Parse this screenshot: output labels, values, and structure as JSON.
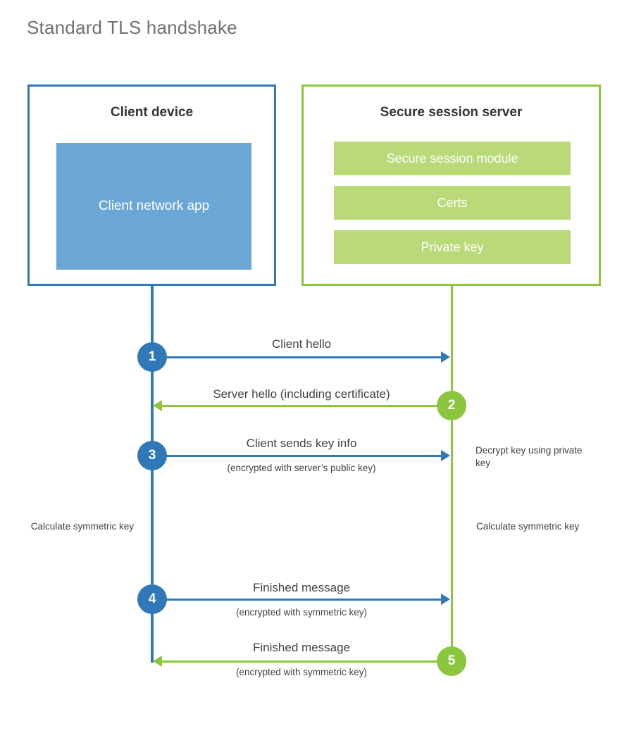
{
  "title": "Standard TLS handshake",
  "participants": {
    "client": {
      "title": "Client device",
      "app_label": "Client network app",
      "color": "#3178b9"
    },
    "server": {
      "title": "Secure session server",
      "color": "#8cc63e",
      "bars": [
        {
          "label": "Secure session module"
        },
        {
          "label": "Certs"
        },
        {
          "label": "Private key"
        }
      ]
    }
  },
  "steps": [
    {
      "number": "1",
      "origin": "client",
      "title": "Client hello",
      "subtitle": ""
    },
    {
      "number": "2",
      "origin": "server",
      "title": "Server hello (including certificate)",
      "subtitle": ""
    },
    {
      "number": "3",
      "origin": "client",
      "title": "Client sends key info",
      "subtitle": "(encrypted with server’s public key)"
    },
    {
      "number": "4",
      "origin": "client",
      "title": "Finished message",
      "subtitle": "(encrypted with symmetric key)"
    },
    {
      "number": "5",
      "origin": "server",
      "title": "Finished message",
      "subtitle": "(encrypted with symmetric key)"
    }
  ],
  "notes": {
    "decrypt": "Decrypt key using private key",
    "calculate_client": "Calculate symmetric key",
    "calculate_server": "Calculate symmetric key"
  },
  "colors": {
    "client_border": "#3178b9",
    "client_fill": "#6ba7d6",
    "server_border": "#8cc63e",
    "server_fill": "#bad978",
    "title_text": "#6f7073",
    "body_text": "#404247",
    "background": "#ffffff"
  }
}
